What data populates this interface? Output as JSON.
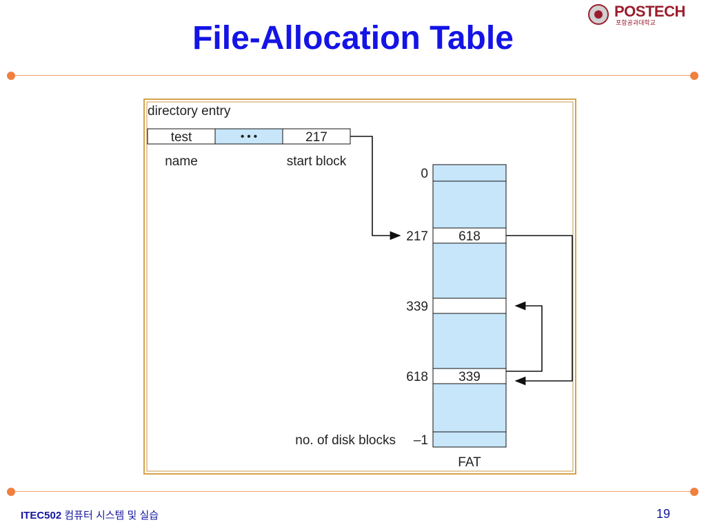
{
  "slide": {
    "title": "File-Allocation Table",
    "logo": {
      "name": "POSTECH",
      "subtitle": "포항공과대학교"
    },
    "footer": {
      "course": "ITEC502",
      "course_title": "컴퓨터 시스템 및 실습",
      "page": "19"
    },
    "accent_color": "#f08040",
    "title_color": "#1414e6"
  },
  "diagram": {
    "directory_label": "directory entry",
    "entry": {
      "name": "test",
      "ellipsis": "• • •",
      "start": "217"
    },
    "entry_captions": {
      "name": "name",
      "start": "start block"
    },
    "fat_label": "FAT",
    "block_indices": [
      {
        "label": "0"
      },
      {
        "label": "217"
      },
      {
        "label": "339"
      },
      {
        "label": "618"
      },
      {
        "label": "no. of disk blocks",
        "value_label": "–1"
      }
    ],
    "fat_entries": [
      {
        "index": "217",
        "value": "618"
      },
      {
        "index": "339",
        "value": ""
      },
      {
        "index": "618",
        "value": "339"
      }
    ],
    "cell_fill": "#c8e6fa"
  }
}
